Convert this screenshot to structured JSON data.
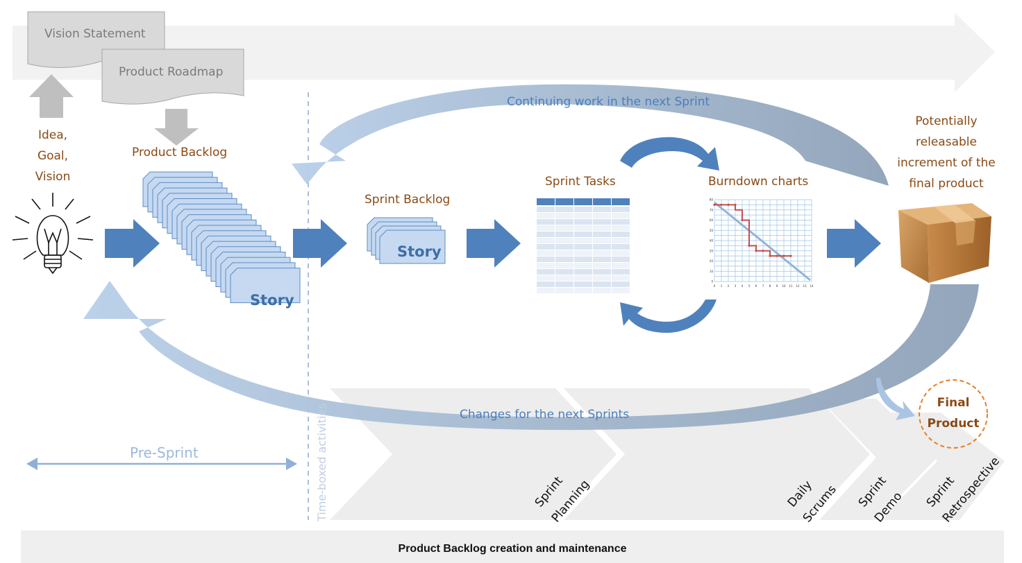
{
  "documents": {
    "vision_statement": "Vision Statement",
    "product_roadmap": "Product Roadmap"
  },
  "labels": {
    "idea": "Idea,",
    "goal": "Goal,",
    "vision": "Vision",
    "product_backlog": "Product Backlog",
    "sprint_backlog": "Sprint Backlog",
    "sprint_tasks": "Sprint Tasks",
    "burndown_charts": "Burndown charts",
    "potentially_1": "Potentially",
    "potentially_2": "releasable",
    "potentially_3": "increment of the",
    "potentially_4": "final product",
    "continuing_work": "Continuing work in the next Sprint",
    "changes_next": "Changes for the next Sprints",
    "pre_sprint": "Pre-Sprint",
    "time_boxed": "Time-boxed activities",
    "final_1": "Final",
    "final_2": "Product"
  },
  "story_cards": {
    "product_backlog_story": "Story",
    "sprint_backlog_story": "Story"
  },
  "activities": {
    "sprint_planning_1": "Sprint",
    "sprint_planning_2": "Planning",
    "daily_scrums_1": "Daily",
    "daily_scrums_2": "Scrums",
    "sprint_demo_1": "Sprint",
    "sprint_demo_2": "Demo",
    "sprint_retro_1": "Sprint",
    "sprint_retro_2": "Retrospective"
  },
  "footer": "Product Backlog creation and maintenance",
  "burndown": {
    "x_ticks": [
      "0",
      "1",
      "2",
      "3",
      "4",
      "5",
      "6",
      "7",
      "8",
      "9",
      "10",
      "11",
      "12",
      "13",
      "14"
    ],
    "y_ticks": [
      "80",
      "70",
      "60",
      "50",
      "40",
      "30",
      "20",
      "10",
      "0"
    ]
  },
  "colors": {
    "flow_arrow": "#4f81bd",
    "light_arrow": "#b7cde6",
    "dark_arrow": "#8a9cb3",
    "label_brown": "#8a4a14",
    "card_fill": "#c6d9f1",
    "box_brown": "#c9935a",
    "final_circle": "#e67e22"
  }
}
